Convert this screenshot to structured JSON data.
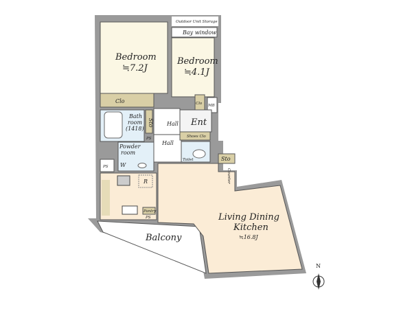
{
  "rooms": {
    "outdoor_unit_storage": "Outdoor Unit Storage",
    "bay_window": "Bay window",
    "bedroom1": {
      "name": "Bedroom",
      "size": "≒7.2J"
    },
    "bedroom2": {
      "name": "Bedroom",
      "size": "≒4.1J"
    },
    "clo1": "Clo",
    "clo2": "Clo",
    "mb": "MB",
    "bath": [
      "Bath",
      "room",
      "(1418)"
    ],
    "sto1": "Sto",
    "ps1": "PS",
    "hall1": "Hall",
    "hall2": "Hall",
    "ent": "Ent",
    "shoes_clo": "Shoes Clo",
    "powder": [
      "Powder",
      "room"
    ],
    "w": "W",
    "ps2": "PS",
    "toilet": "Toilet",
    "sto2": "Sto",
    "counter": "Counter",
    "r": "R",
    "pantry": "Pantry",
    "ps3": "PS",
    "ldk": {
      "name1": "Living Dining",
      "name2": "Kitchen",
      "size": "≒16.8J"
    },
    "balcony": "Balcony"
  },
  "compass": {
    "label": "N"
  },
  "colors": {
    "cream": "#fbf7e4",
    "bath": "#e3f0f8",
    "closet": "#d9cfa6",
    "ldk": "#fbecd6",
    "wall": "#9a9a9a"
  }
}
